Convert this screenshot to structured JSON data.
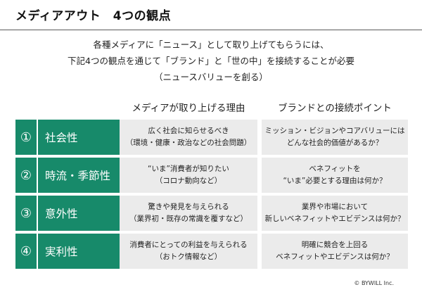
{
  "title": "メディアアウト　4つの観点",
  "intro": [
    "各種メディアに「ニュース」として取り上げてもらうには、",
    "下記4つの観点を通じて「ブランド」と「世の中」を接続することが必要",
    "（ニュースバリューを創る）"
  ],
  "columns": {
    "reason": "メディアが取り上げる理由",
    "point": "ブランドとの接続ポイント"
  },
  "rows": [
    {
      "num": "①",
      "name": "社会性",
      "reason": [
        "広く社会に知らせるべき",
        "（環境・健康・政治などの社会問題）"
      ],
      "point": [
        "ミッション・ビジョンやコアバリューには",
        "どんな社会的価値があるか？"
      ]
    },
    {
      "num": "②",
      "name": "時流・季節性",
      "reason": [
        "“いま”消費者が知りたい",
        "（コロナ動向など）"
      ],
      "point": [
        "ベネフィットを",
        "“いま”必要とする理由は何か？"
      ]
    },
    {
      "num": "③",
      "name": "意外性",
      "reason": [
        "驚きや発見を与えられる",
        "（業界初・既存の常識を覆すなど）"
      ],
      "point": [
        "業界や市場において",
        "新しいベネフィットやエビデンスは何か？"
      ]
    },
    {
      "num": "④",
      "name": "実利性",
      "reason": [
        "消費者にとっての利益を与えられる",
        "（おトク情報など）"
      ],
      "point": [
        "明確に競合を上回る",
        "ベネフィットやエビデンスは何か？"
      ]
    }
  ],
  "footer": "© BYWILL Inc.",
  "colors": {
    "accent": "#178a6a",
    "cell_bg": "#ebebeb",
    "rule": "#5a5a5a"
  }
}
